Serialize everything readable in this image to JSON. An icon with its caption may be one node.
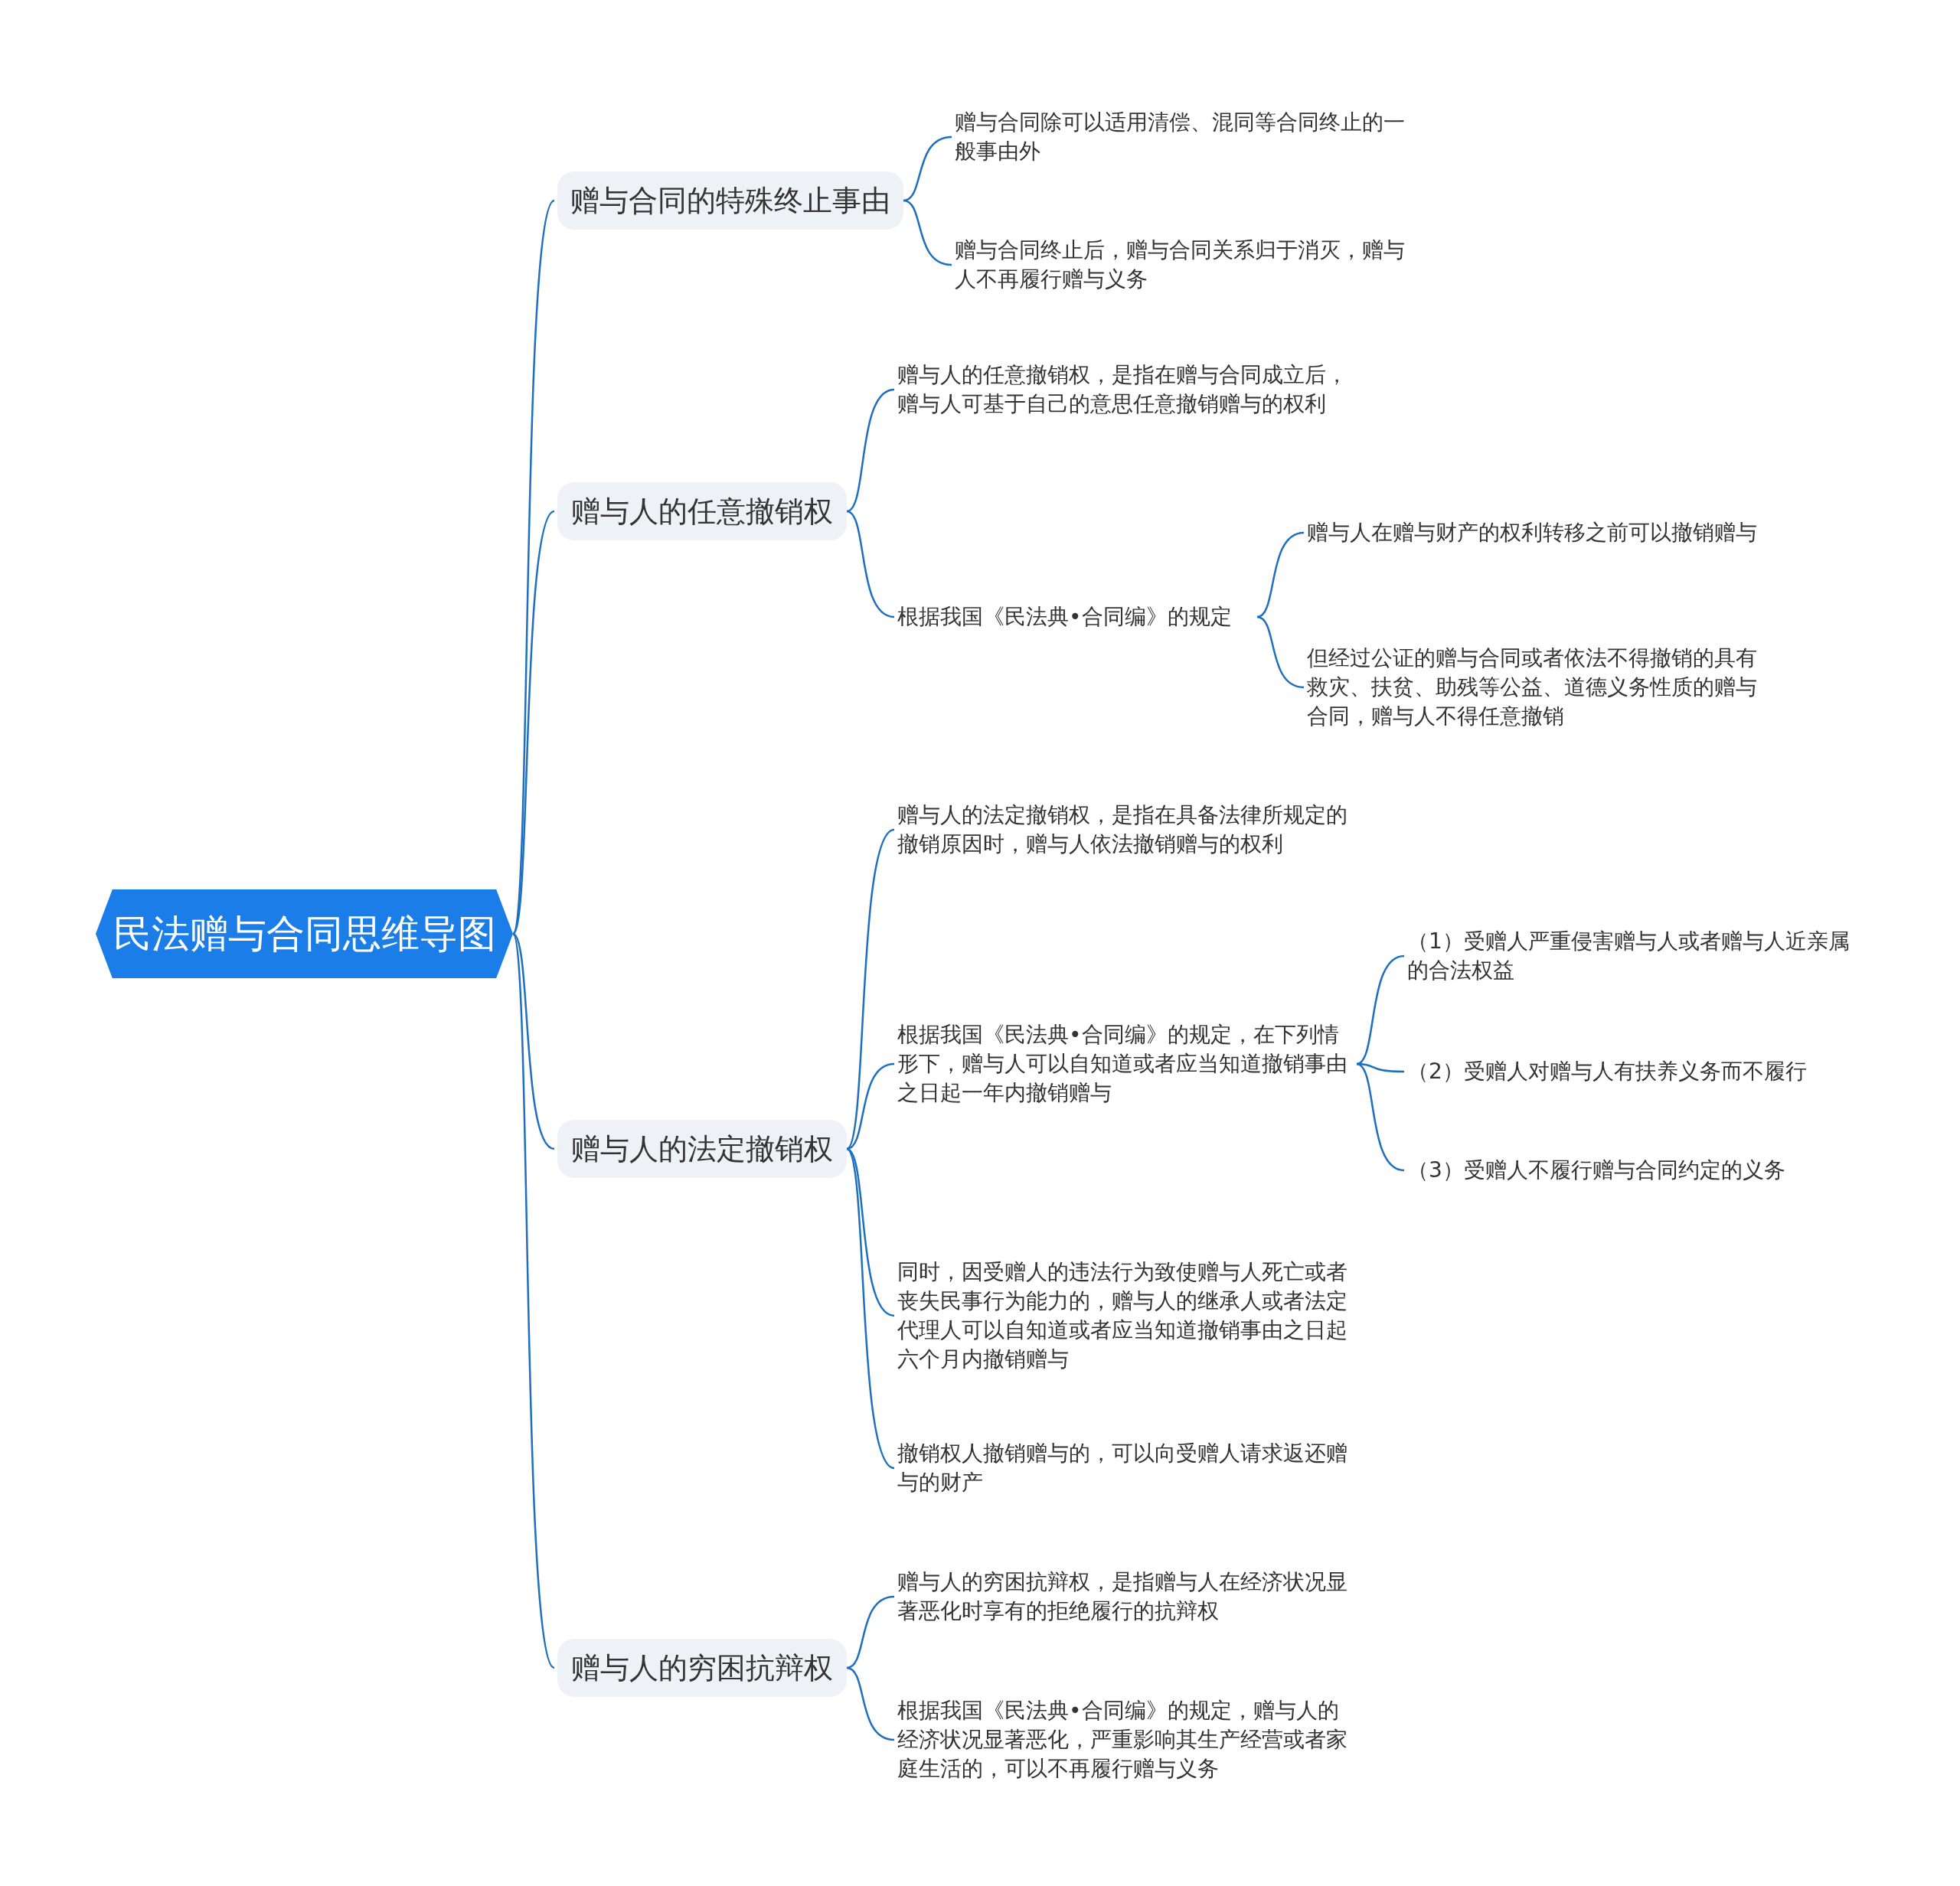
{
  "diagram": {
    "nodes": [
      {
        "text": [
          "民法赠与合同思维导图"
        ]
      },
      {
        "text": [
          "赠与合同的特殊终止事由"
        ]
      },
      {
        "text": [
          "赠与合同除可以适用清偿、混同等合同终止的一般事由外"
        ]
      },
      {
        "text": [
          "赠与合同终止后，赠与合同关系归于消灭，赠与人不再履行赠与义务"
        ]
      },
      {
        "text": [
          "赠与人的任意撤销权"
        ]
      },
      {
        "text": [
          "赠与人的任意撤销权，是指在赠与合同成立后，赠与人可基于自己的意思任意撤销赠与的权利"
        ]
      },
      {
        "text": [
          "根据我国《民法典•合同编》的规定"
        ]
      },
      {
        "text": [
          "赠与人在赠与财产的权利转移之前可以撤销赠与"
        ]
      },
      {
        "text": [
          "但经过公证的赠与合同或者依法不得撤销的具有救灾、扶贫、助残等公益、道德义务性质的赠与合同，赠与人不得任意撤销"
        ]
      },
      {
        "text": [
          "赠与人的法定撤销权"
        ]
      },
      {
        "text": [
          "赠与人的法定撤销权，是指在具备法律所规定的撤销原因时，赠与人依法撤销赠与的权利"
        ]
      },
      {
        "text": [
          "根据我国《民法典•合同编》的规定，在下列情形下，赠与人可以自知道或者应当知道撤销事由之日起一年内撤销赠与"
        ]
      },
      {
        "text": [
          "（1）受赠人严重侵害赠与人或者赠与人近亲属的合法权益"
        ]
      },
      {
        "text": [
          "（2）受赠人对赠与人有扶养义务而不履行"
        ]
      },
      {
        "text": [
          "（3）受赠人不履行赠与合同约定的义务"
        ]
      },
      {
        "text": [
          "同时，因受赠人的违法行为致使赠与人死亡或者丧失民事行为能力的，赠与人的继承人或者法定代理人可以自知道或者应当知道撤销事由之日起六个月内撤销赠与"
        ]
      },
      {
        "text": [
          "撤销权人撤销赠与的，可以向受赠人请求返还赠与的财产"
        ]
      },
      {
        "text": [
          "赠与人的穷困抗辩权"
        ]
      },
      {
        "text": [
          "赠与人的穷困抗辩权，是指赠与人在经济状况显著恶化时享有的拒绝履行的抗辩权"
        ]
      },
      {
        "text": [
          "根据我国《民法典•合同编》的规定，赠与人的经济状况显著恶化，严重影响其生产经营或者家庭生活的，可以不再履行赠与义务"
        ]
      }
    ],
    "edges": [
      {
        "from": 0,
        "to": 1,
        "arrow": "none"
      },
      {
        "from": 0,
        "to": 4,
        "arrow": "none"
      },
      {
        "from": 0,
        "to": 9,
        "arrow": "none"
      },
      {
        "from": 0,
        "to": 17,
        "arrow": "none"
      },
      {
        "from": 1,
        "to": 2,
        "arrow": "none"
      },
      {
        "from": 1,
        "to": 3,
        "arrow": "none"
      },
      {
        "from": 4,
        "to": 5,
        "arrow": "none"
      },
      {
        "from": 4,
        "to": 6,
        "arrow": "none"
      },
      {
        "from": 6,
        "to": 7,
        "arrow": "none"
      },
      {
        "from": 6,
        "to": 8,
        "arrow": "none"
      },
      {
        "from": 9,
        "to": 10,
        "arrow": "none"
      },
      {
        "from": 9,
        "to": 11,
        "arrow": "none"
      },
      {
        "from": 9,
        "to": 15,
        "arrow": "none"
      },
      {
        "from": 9,
        "to": 16,
        "arrow": "none"
      },
      {
        "from": 11,
        "to": 12,
        "arrow": "none"
      },
      {
        "from": 11,
        "to": 13,
        "arrow": "none"
      },
      {
        "from": 11,
        "to": 14,
        "arrow": "none"
      },
      {
        "from": 17,
        "to": 18,
        "arrow": "none"
      },
      {
        "from": 17,
        "to": 19,
        "arrow": "none"
      }
    ]
  }
}
